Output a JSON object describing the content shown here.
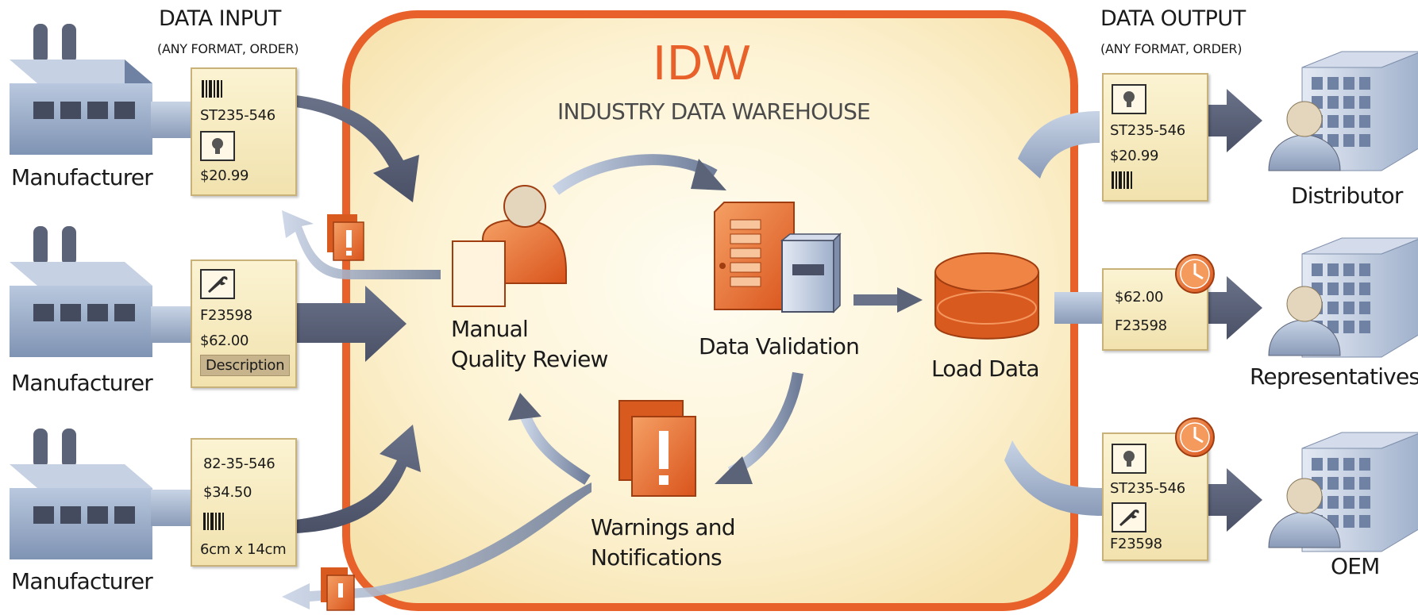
{
  "input": {
    "title": "DATA INPUT",
    "subtitle": "(ANY FORMAT, ORDER)",
    "manufacturers": [
      {
        "label": "Manufacturer",
        "card": {
          "line1": "ST235-546",
          "line2": "$20.99",
          "icons": [
            "barcode-icon",
            "lightbulb-icon"
          ]
        }
      },
      {
        "label": "Manufacturer",
        "card": {
          "line1": "F23598",
          "line2": "$62.00",
          "badge": "Description",
          "icons": [
            "wrench-icon"
          ]
        }
      },
      {
        "label": "Manufacturer",
        "card": {
          "line1": "82-35-546",
          "line2": "$34.50",
          "line3": "6cm x 14cm",
          "icons": [
            "barcode-icon"
          ]
        }
      }
    ]
  },
  "idw": {
    "title": "IDW",
    "subtitle": "INDUSTRY DATA WAREHOUSE",
    "nodes": {
      "review": "Manual\nQuality Review",
      "validation": "Data Validation",
      "load": "Load Data",
      "warnings": "Warnings and\nNotifications"
    }
  },
  "output": {
    "title": "DATA OUTPUT",
    "subtitle": "(ANY FORMAT, ORDER)",
    "receivers": [
      {
        "label": "Distributor",
        "card": {
          "line1": "ST235-546",
          "line2": "$20.99",
          "icons": [
            "lightbulb-icon",
            "barcode-icon"
          ]
        }
      },
      {
        "label": "Representatives",
        "card": {
          "line1": "$62.00",
          "line2": "F23598",
          "icons": [
            "clock-icon"
          ]
        }
      },
      {
        "label": "OEM",
        "card": {
          "line1": "ST235-546",
          "line2": "F23598",
          "icons": [
            "lightbulb-icon",
            "wrench-icon",
            "clock-icon"
          ]
        }
      }
    ]
  },
  "colors": {
    "accent": "#e8612a",
    "panel": "#fdf1cc",
    "arrow": "#5b6378",
    "card": "#f6e9bd"
  }
}
